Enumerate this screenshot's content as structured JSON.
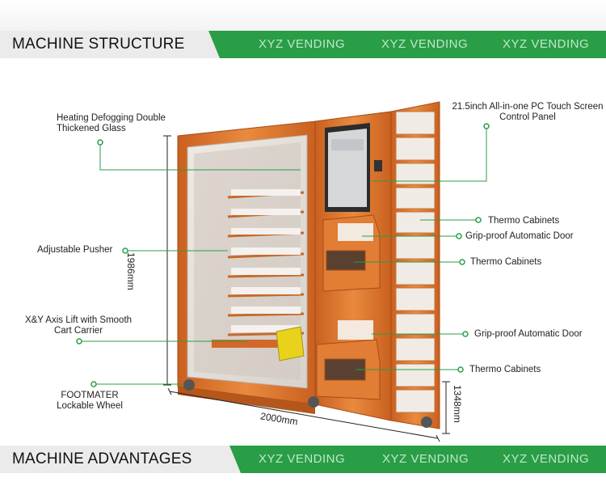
{
  "header": {
    "title": "MACHINE STRUCTURE",
    "brands": [
      "XYZ VENDING",
      "XYZ VENDING",
      "XYZ VENDING"
    ]
  },
  "footer": {
    "title": "MACHINE ADVANTAGES",
    "brands": [
      "XYZ VENDING",
      "XYZ VENDING",
      "XYZ VENDING"
    ]
  },
  "callouts": {
    "heating_glass": "Heating Defogging Double Thickened Glass",
    "adjustable_pusher": "Adjustable Pusher",
    "xy_lift": "X&Y Axis Lift with Smooth Cart Carrier",
    "wheel": "FOOTMATER Lockable Wheel",
    "touch_screen": "21.5inch All-in-one PC Touch Screen Control Panel",
    "thermo_1": "Thermo Cabinets",
    "door_1": "Grip-proof Automatic Door",
    "thermo_2": "Thermo Cabinets",
    "door_2": "Grip-proof Automatic Door",
    "thermo_3": "Thermo Cabinets"
  },
  "dimensions": {
    "height": "1986mm",
    "width": "2000mm",
    "depth": "1348mm"
  },
  "colors": {
    "banner_green": "#2a9d47",
    "banner_gray": "#ebebeb",
    "machine_orange": "#e0782e",
    "callout_green": "#2a9d47"
  }
}
